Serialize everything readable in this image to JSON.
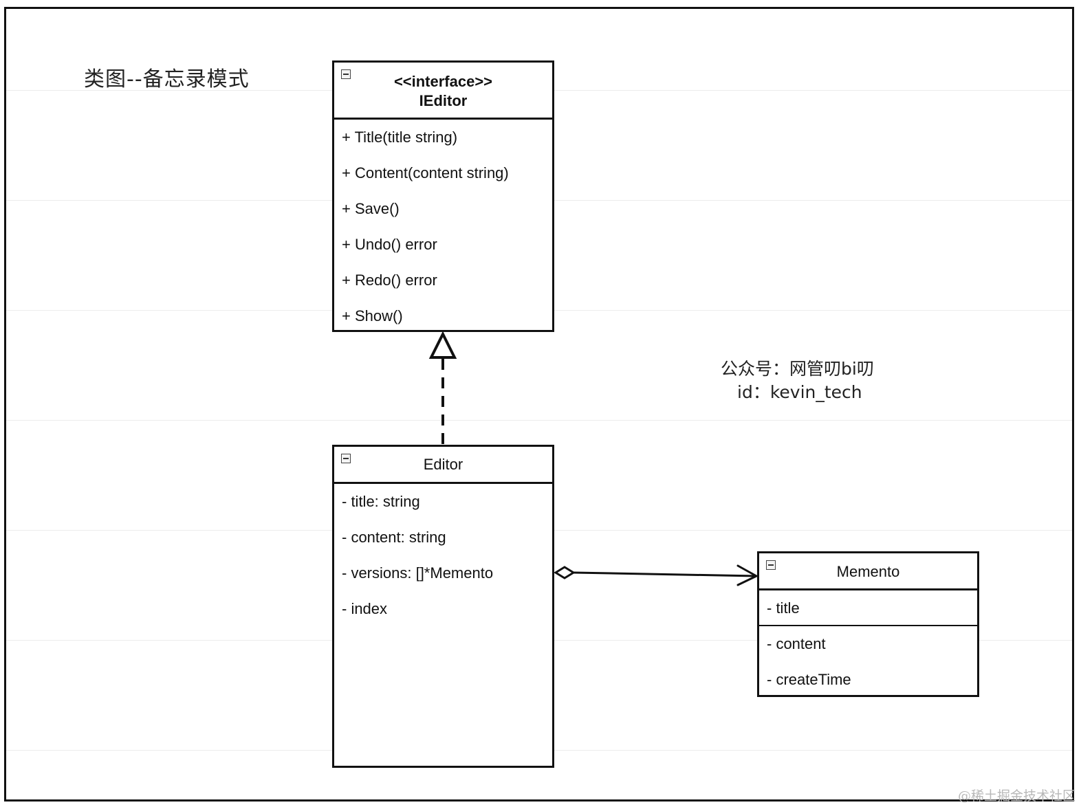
{
  "diagram": {
    "title": "类图--备忘录模式"
  },
  "classes": {
    "ieditor": {
      "stereotype": "<<interface>>",
      "name": "IEditor",
      "members": [
        "+ Title(title string)",
        "+ Content(content string)",
        "+ Save()",
        "+ Undo() error",
        "+ Redo() error",
        "+ Show()"
      ]
    },
    "editor": {
      "name": "Editor",
      "members": [
        "- title: string",
        "- content: string",
        "- versions: []*Memento",
        "- index"
      ]
    },
    "memento": {
      "name": "Memento",
      "members": [
        "- title",
        "- content",
        "- createTime"
      ]
    }
  },
  "relations": [
    {
      "type": "realization",
      "from": "Editor",
      "to": "IEditor"
    },
    {
      "type": "aggregation",
      "from": "Editor",
      "to": "Memento"
    }
  ],
  "note": {
    "line1": "公众号：网管叨bi叨",
    "line2": "id：kevin_tech"
  },
  "watermark": "@稀土掘金技术社区",
  "icons": [
    "collapse-icon"
  ]
}
